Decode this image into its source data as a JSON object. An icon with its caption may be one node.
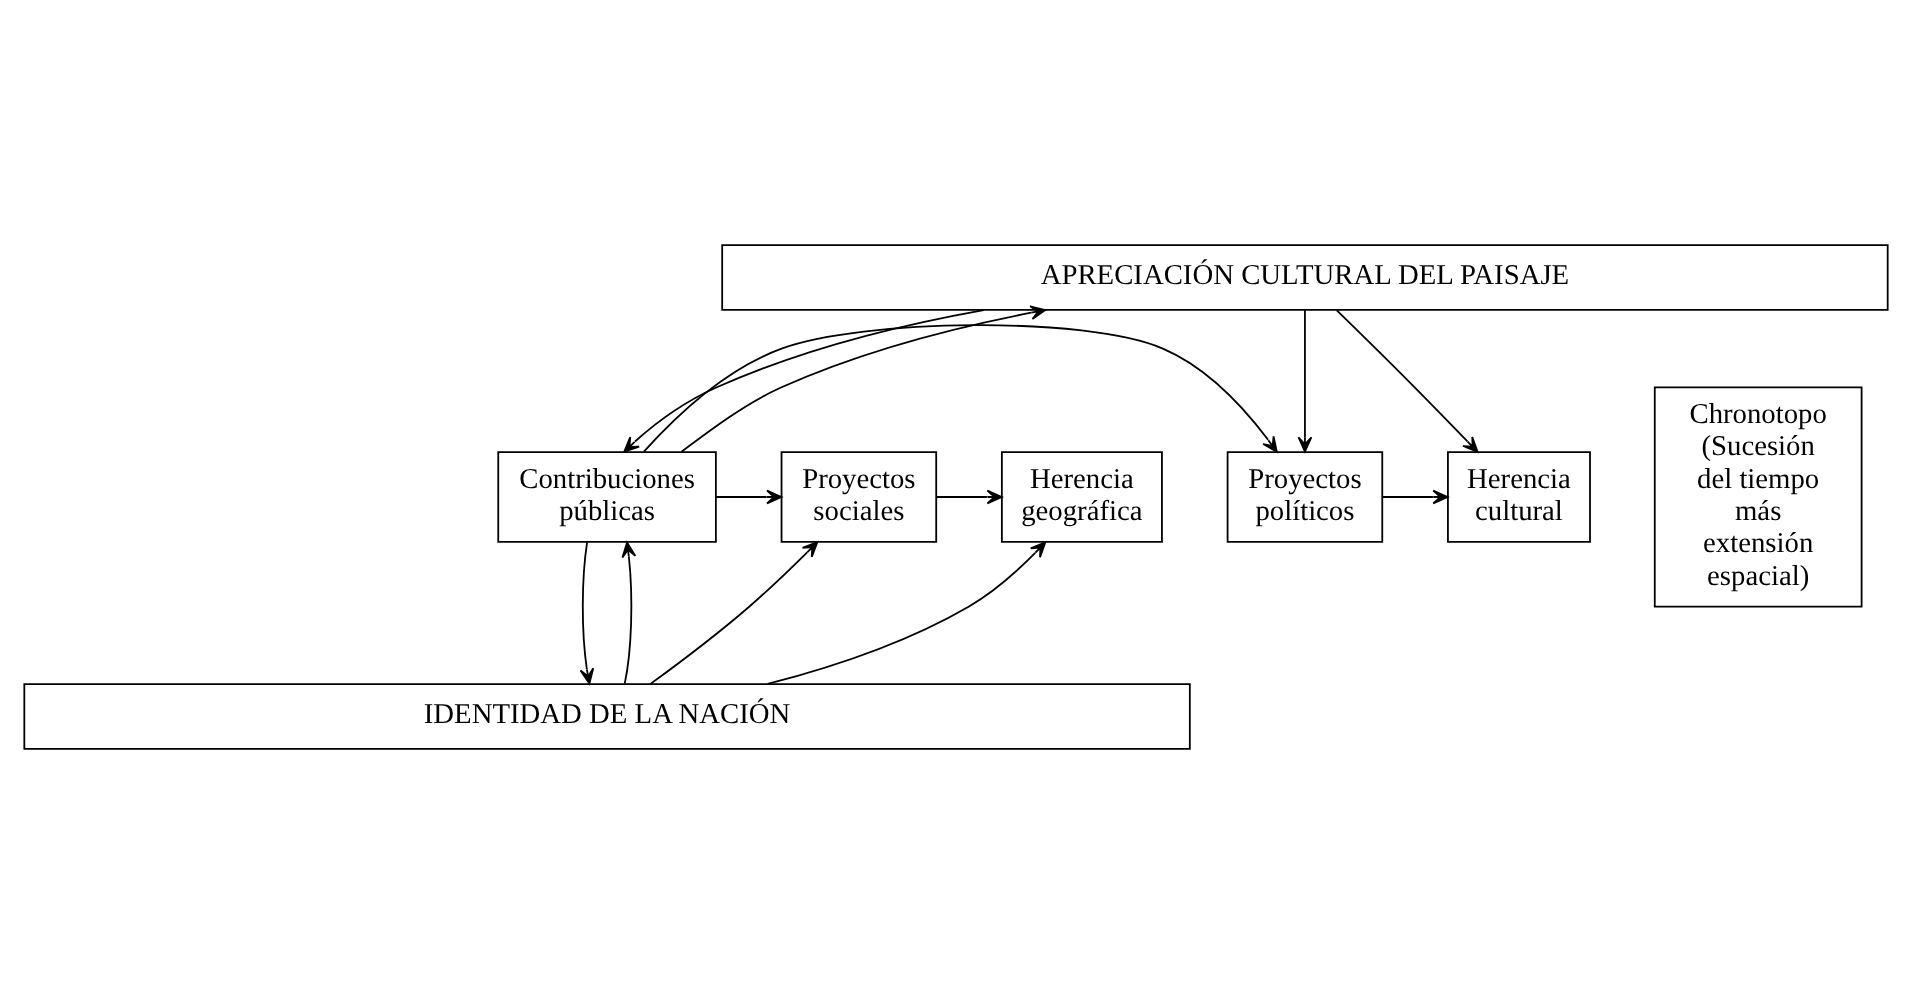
{
  "diagram": {
    "nodes": [
      {
        "text": [
          "APRECIACIÓN CULTURAL DEL PAISAJE"
        ]
      },
      {
        "text": [
          "Contribuciones públicas"
        ]
      },
      {
        "text": [
          "Proyectos políticos"
        ]
      },
      {
        "text": [
          "Herencia cultural"
        ]
      },
      {
        "text": [
          "Chronotopo (Sucesión del tiempo más extensión espacial)"
        ]
      },
      {
        "text": [
          "Proyectos sociales"
        ]
      },
      {
        "text": [
          "Herencia geográfica"
        ]
      },
      {
        "text": [
          "IDENTIDAD DE LA NACIÓN"
        ]
      }
    ],
    "edges": [
      {
        "from": 0,
        "to": 1,
        "arrow": "to"
      },
      {
        "from": 1,
        "to": 0,
        "arrow": "to"
      },
      {
        "from": 0,
        "to": 2,
        "arrow": "to"
      },
      {
        "from": 0,
        "to": 3,
        "arrow": "to"
      },
      {
        "from": 1,
        "to": 2,
        "arrow": "to"
      },
      {
        "from": 2,
        "to": 3,
        "arrow": "to"
      },
      {
        "from": 1,
        "to": 5,
        "arrow": "to"
      },
      {
        "from": 5,
        "to": 6,
        "arrow": "to"
      },
      {
        "from": 7,
        "to": 1,
        "arrow": "to"
      },
      {
        "from": 1,
        "to": 7,
        "arrow": "to"
      },
      {
        "from": 7,
        "to": 5,
        "arrow": "to"
      },
      {
        "from": 7,
        "to": 6,
        "arrow": "to"
      }
    ]
  }
}
